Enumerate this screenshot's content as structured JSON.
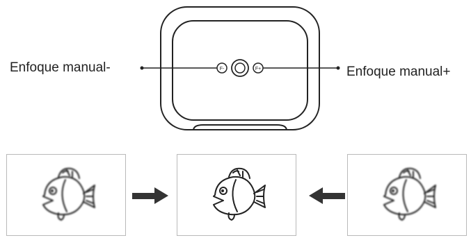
{
  "labels": {
    "focus_minus": "Enfoque manual-",
    "focus_plus": "Enfoque manual+"
  },
  "buttons": {
    "minus_icon_text": "F-",
    "plus_icon_text": "F+"
  },
  "panels": [
    {
      "id": "left",
      "state": "blurred"
    },
    {
      "id": "center",
      "state": "sharp"
    },
    {
      "id": "right",
      "state": "blurred"
    }
  ],
  "colors": {
    "outline": "#222222",
    "panel_border": "#b9b9b9",
    "arrow": "#333333"
  }
}
